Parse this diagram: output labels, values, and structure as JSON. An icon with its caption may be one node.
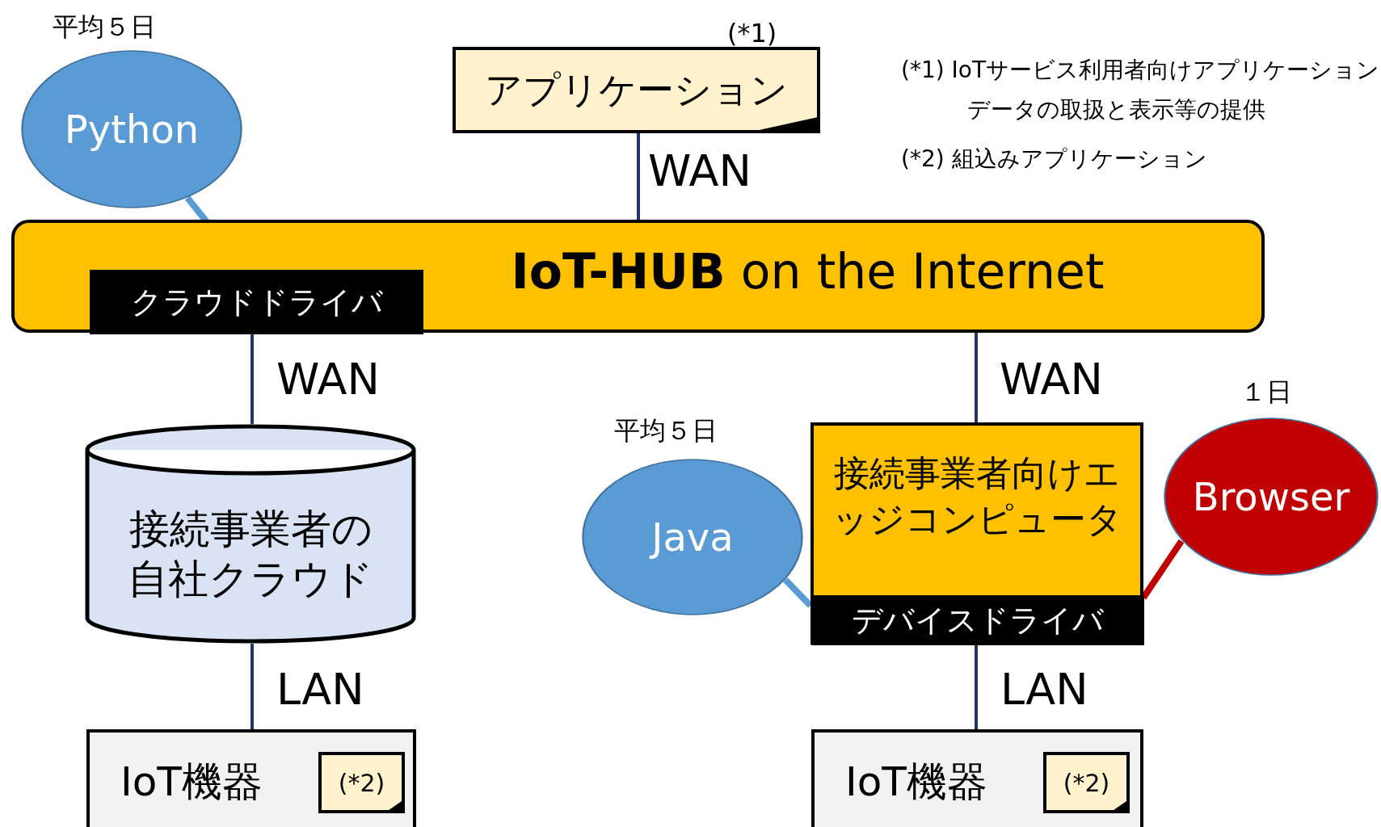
{
  "diagram": {
    "nodes": [
      {
        "text": [
          "アプリケーション"
        ],
        "beside": [
          "(*1)"
        ]
      },
      {
        "text": [
          "**IoT-HUB** on the Internet"
        ]
      },
      {
        "text": [
          "クラウドドライバ"
        ],
        "in": 1
      },
      {
        "text": [
          "Python"
        ],
        "beside": [
          "平均５日"
        ]
      },
      {
        "text": [
          "接続事業者の自社クラウド"
        ]
      },
      {
        "text": [
          "IoT機器"
        ]
      },
      {
        "text": [
          "(*2)"
        ],
        "in": 5
      },
      {
        "text": [
          "Java"
        ],
        "beside": [
          "平均５日"
        ]
      },
      {
        "text": [
          "接続事業者向けエッジコンピュータ"
        ]
      },
      {
        "text": [
          "デバイスドライバ"
        ],
        "in": 8
      },
      {
        "text": [
          "Browser"
        ],
        "beside": [
          "１日"
        ]
      },
      {
        "text": [
          "IoT機器"
        ]
      },
      {
        "text": [
          "(*2)"
        ],
        "in": 11
      }
    ],
    "edges": [
      {
        "from": 0,
        "to": 1,
        "arrow": "none",
        "label": "WAN"
      },
      {
        "from": 2,
        "to": 4,
        "arrow": "none",
        "label": "WAN"
      },
      {
        "from": 1,
        "to": 8,
        "arrow": "none",
        "label": "WAN"
      },
      {
        "from": 4,
        "to": 5,
        "arrow": "none",
        "label": "LAN"
      },
      {
        "from": 9,
        "to": 11,
        "arrow": "none",
        "label": "LAN"
      },
      {
        "from": 3,
        "to": 2,
        "arrow": "none",
        "style": "thick",
        "color": "#5b9bd5"
      },
      {
        "from": 7,
        "to": 9,
        "arrow": "none",
        "style": "thick",
        "color": "#5b9bd5"
      },
      {
        "from": 10,
        "to": 9,
        "arrow": "none",
        "style": "thick",
        "color": "#c00000"
      }
    ],
    "labels": [
      "(*1) IoTサービス利用者向けアプリケーションデータの取扱と表示等の提供",
      "(*2) 組込みアプリケーション"
    ]
  }
}
